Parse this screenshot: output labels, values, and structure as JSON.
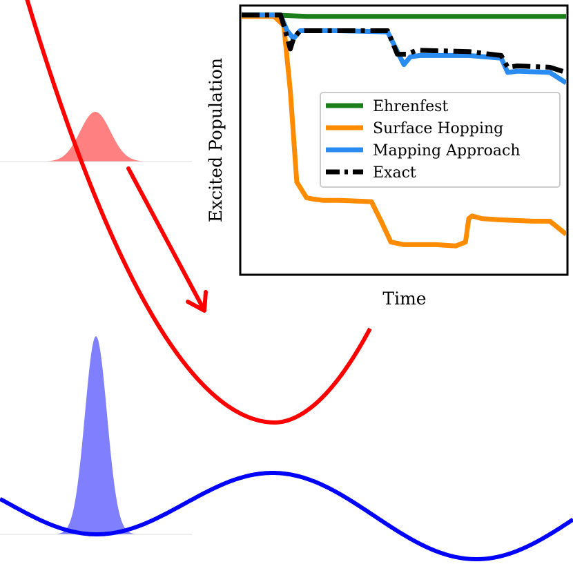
{
  "diagram": {
    "excited_curve_color": "#ff0000",
    "ground_curve_color": "#0000ff",
    "excited_wavepacket_color": "#ff8080",
    "ground_wavepacket_color": "#8080ff",
    "arrow_color": "#ff0000",
    "arrow_meaning": "wavepacket transfers from the upper (red) surface down toward the lower region"
  },
  "inset": {
    "xlabel": "Time",
    "ylabel": "Excited Population",
    "legend": [
      {
        "label": "Ehrenfest",
        "color": "#1a7f1a",
        "style": "solid"
      },
      {
        "label": "Surface Hopping",
        "color": "#ff8c00",
        "style": "solid"
      },
      {
        "label": "Mapping Approach",
        "color": "#2a8cf0",
        "style": "solid"
      },
      {
        "label": "Exact",
        "color": "#000000",
        "style": "dash-dot"
      }
    ]
  },
  "chart_data": {
    "type": "line",
    "title": "",
    "xlabel": "Time",
    "ylabel": "Excited Population",
    "x_ticks": [],
    "y_ticks": [],
    "xlim": [
      0,
      1
    ],
    "ylim": [
      0,
      1
    ],
    "grid": false,
    "legend_position": "center-right",
    "series": [
      {
        "name": "Ehrenfest",
        "color": "#1a7f1a",
        "x": [
          0,
          0.1,
          0.2,
          0.4,
          0.6,
          0.8,
          1.0
        ],
        "y": [
          0.99,
          0.99,
          0.985,
          0.985,
          0.985,
          0.985,
          0.985
        ]
      },
      {
        "name": "Surface Hopping",
        "color": "#ff8c00",
        "x": [
          0,
          0.1,
          0.13,
          0.15,
          0.17,
          0.2,
          0.22,
          0.25,
          0.3,
          0.4,
          0.43,
          0.46,
          0.5,
          0.6,
          0.66,
          0.69,
          0.7,
          0.71,
          0.74,
          0.8,
          0.9,
          0.95,
          1.0
        ],
        "y": [
          0.985,
          0.985,
          0.95,
          0.7,
          0.35,
          0.29,
          0.285,
          0.28,
          0.28,
          0.275,
          0.2,
          0.12,
          0.11,
          0.11,
          0.105,
          0.12,
          0.21,
          0.22,
          0.21,
          0.205,
          0.2,
          0.2,
          0.15
        ]
      },
      {
        "name": "Mapping Approach",
        "color": "#2a8cf0",
        "x": [
          0,
          0.12,
          0.14,
          0.16,
          0.18,
          0.3,
          0.45,
          0.48,
          0.5,
          0.52,
          0.55,
          0.7,
          0.8,
          0.82,
          0.85,
          0.95,
          1.0
        ],
        "y": [
          0.99,
          0.99,
          0.93,
          0.9,
          0.93,
          0.93,
          0.925,
          0.85,
          0.8,
          0.83,
          0.835,
          0.835,
          0.825,
          0.77,
          0.775,
          0.77,
          0.73
        ]
      },
      {
        "name": "Exact",
        "color": "#000000",
        "x": [
          0,
          0.12,
          0.13,
          0.15,
          0.16,
          0.18,
          0.3,
          0.45,
          0.48,
          0.51,
          0.54,
          0.7,
          0.8,
          0.82,
          0.85,
          0.95,
          1.0
        ],
        "y": [
          0.99,
          0.99,
          0.95,
          0.86,
          0.9,
          0.93,
          0.93,
          0.93,
          0.84,
          0.84,
          0.855,
          0.85,
          0.835,
          0.79,
          0.795,
          0.79,
          0.77
        ]
      }
    ]
  }
}
